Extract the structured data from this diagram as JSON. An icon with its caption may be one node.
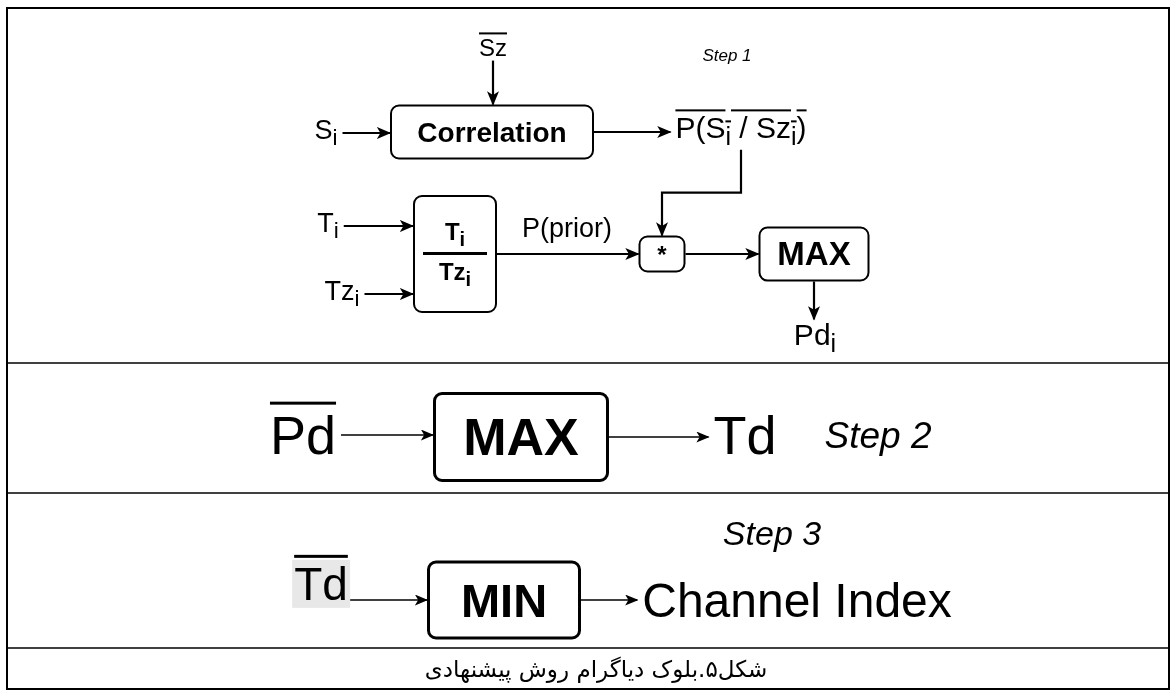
{
  "diagram": {
    "caption": "شکل۵.بلوک دیاگرام روش پیشنهادی",
    "nodes": [
      {
        "text": [
          "Sz"
        ]
      },
      {
        "text": [
          "S$_{i}$"
        ]
      },
      {
        "text": [
          "Correlation"
        ]
      },
      {
        "text": [
          "P(S$_{i}$ / Sz$_{i}$)"
        ]
      },
      {
        "text": [
          "T$_{i}$"
        ]
      },
      {
        "text": [
          "Tz$_{i}$"
        ]
      },
      {
        "text": [
          "T$_{i}$",
          "Tz$_{i}$"
        ]
      },
      {
        "text": [
          "*"
        ]
      },
      {
        "text": [
          "MAX"
        ]
      },
      {
        "text": [
          "Pd$_{i}$"
        ]
      },
      {
        "text": [
          "Pd"
        ]
      },
      {
        "text": [
          "MAX"
        ]
      },
      {
        "text": [
          "Td"
        ]
      },
      {
        "text": [
          "Td"
        ]
      },
      {
        "text": [
          "MIN"
        ]
      },
      {
        "text": [
          "Channel Index"
        ]
      }
    ],
    "edges": [
      {
        "from": 0,
        "to": 2,
        "arrow": "to"
      },
      {
        "from": 1,
        "to": 2,
        "arrow": "to"
      },
      {
        "from": 2,
        "to": 3,
        "arrow": "to"
      },
      {
        "from": 3,
        "to": 7,
        "arrow": "to"
      },
      {
        "from": 4,
        "to": 6,
        "arrow": "to"
      },
      {
        "from": 5,
        "to": 6,
        "arrow": "to"
      },
      {
        "from": 6,
        "to": 7,
        "arrow": "to",
        "label": "P(prior)"
      },
      {
        "from": 7,
        "to": 8,
        "arrow": "to"
      },
      {
        "from": 8,
        "to": 9,
        "arrow": "to"
      },
      {
        "from": 10,
        "to": 11,
        "arrow": "to"
      },
      {
        "from": 11,
        "to": 12,
        "arrow": "to"
      },
      {
        "from": 13,
        "to": 14,
        "arrow": "to"
      },
      {
        "from": 14,
        "to": 15,
        "arrow": "to"
      }
    ],
    "labels": [
      "Step 1",
      "Step 2",
      "Step 3"
    ]
  }
}
